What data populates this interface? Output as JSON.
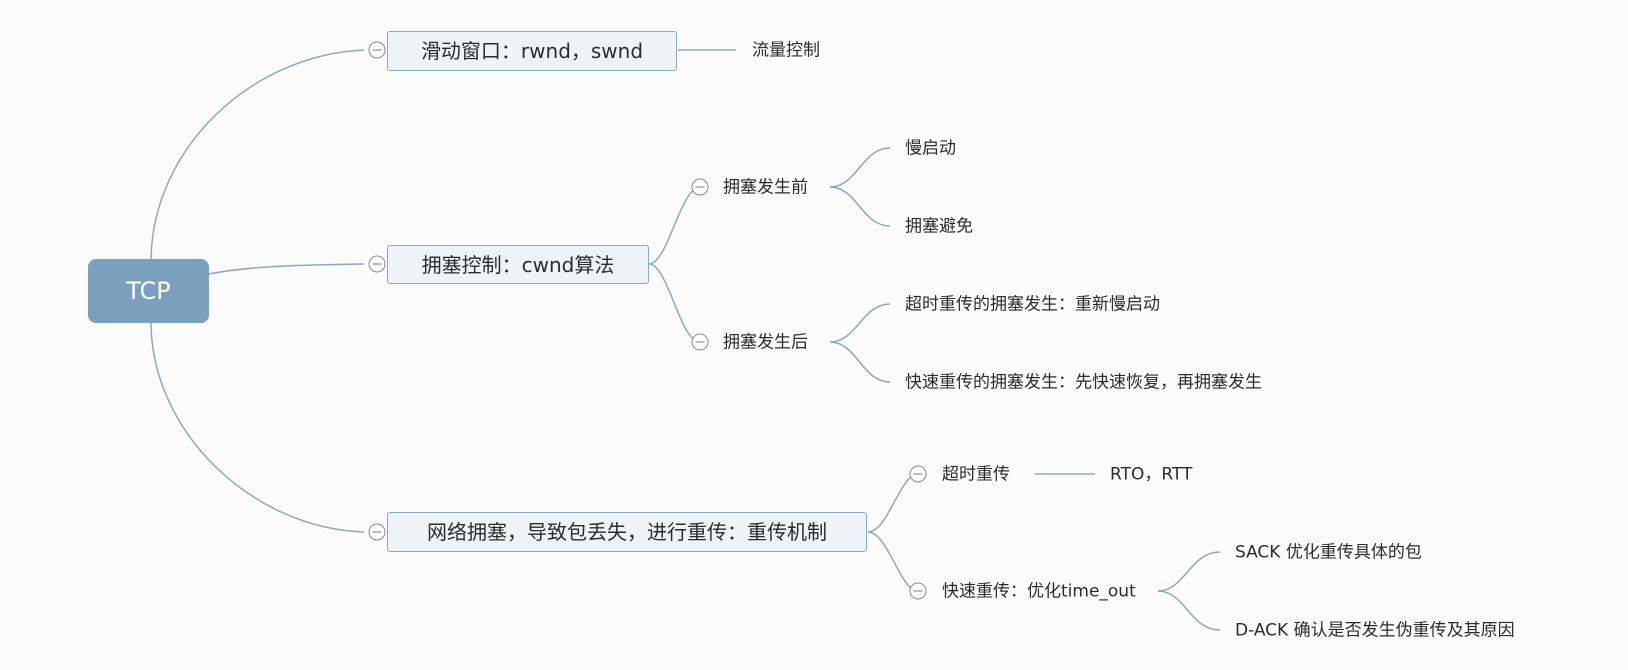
{
  "colors": {
    "background": "#fbfbfb",
    "root_fill": "#7ba0be",
    "topic_fill": "#eef3f7",
    "topic_border": "#8aa9c1",
    "connector": "#8aa9c1"
  },
  "root": {
    "label": "TCP"
  },
  "branches": [
    {
      "label": "滑动窗口：rwnd，swnd",
      "children": [
        {
          "label": "流量控制"
        }
      ]
    },
    {
      "label": "拥塞控制：cwnd算法",
      "children": [
        {
          "label": "拥塞发生前",
          "children": [
            {
              "label": "慢启动"
            },
            {
              "label": "拥塞避免"
            }
          ]
        },
        {
          "label": "拥塞发生后",
          "children": [
            {
              "label": "超时重传的拥塞发生：重新慢启动"
            },
            {
              "label": "快速重传的拥塞发生：先快速恢复，再拥塞发生"
            }
          ]
        }
      ]
    },
    {
      "label": "网络拥塞，导致包丢失，进行重传：重传机制",
      "children": [
        {
          "label": "超时重传",
          "children": [
            {
              "label": "RTO，RTT"
            }
          ]
        },
        {
          "label": "快速重传：优化time_out",
          "children": [
            {
              "label": "SACK 优化重传具体的包"
            },
            {
              "label": "D-ACK 确认是否发生伪重传及其原因"
            }
          ]
        }
      ]
    }
  ]
}
